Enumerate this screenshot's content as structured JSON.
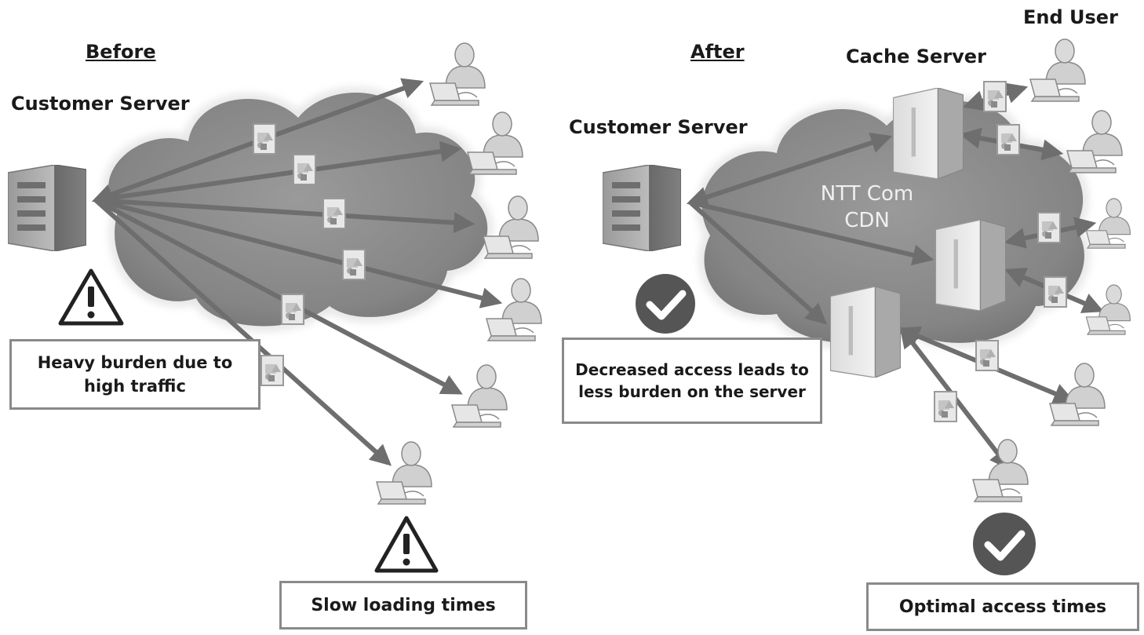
{
  "before": {
    "heading": "Before",
    "customer_server_label": "Customer Server",
    "burden_note": "Heavy burden due to high traffic",
    "slow_note": "Slow loading times"
  },
  "after": {
    "heading": "After",
    "customer_server_label": "Customer Server",
    "cache_server_label": "Cache Server",
    "end_user_label": "End User",
    "cdn_label_line1": "NTT Com",
    "cdn_label_line2": "CDN",
    "decreased_note": "Decreased access leads to less burden on the server",
    "optimal_note": "Optimal access times"
  },
  "icons": {
    "server": "server-icon",
    "user": "end-user-icon",
    "warning": "warning-icon",
    "check": "check-icon",
    "document": "document-icon",
    "cloud": "cloud-icon"
  },
  "colors": {
    "arrow": "#6e6e6e",
    "cloud": "#8c8c8c",
    "check": "#555555"
  }
}
